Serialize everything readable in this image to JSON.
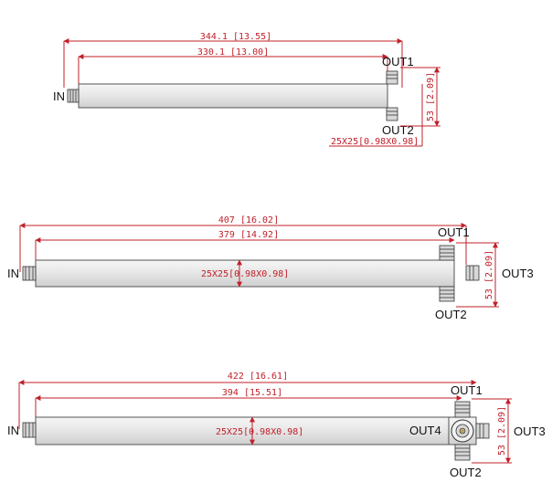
{
  "colors": {
    "dimension": "#c0202a",
    "body_fill": "#e9e9e9",
    "outline": "#333333",
    "label": "#111111"
  },
  "drawing_1": {
    "overall": "344.1 [13.55]",
    "body": "330.1 [13.00]",
    "height": "53 [2.09]",
    "section": "25X25[0.98X0.98]",
    "ports": {
      "in": "IN",
      "out1": "OUT1",
      "out2": "OUT2"
    }
  },
  "drawing_2": {
    "overall": "407 [16.02]",
    "body": "379 [14.92]",
    "height": "53 [2.09]",
    "section": "25X25[0.98X0.98]",
    "ports": {
      "in": "IN",
      "out1": "OUT1",
      "out2": "OUT2",
      "out3": "OUT3"
    }
  },
  "drawing_3": {
    "overall": "422 [16.61]",
    "body": "394 [15.51]",
    "height": "53 [2.09]",
    "section": "25X25[0.98X0.98]",
    "ports": {
      "in": "IN",
      "out1": "OUT1",
      "out2": "OUT2",
      "out3": "OUT3",
      "out4": "OUT4"
    }
  }
}
